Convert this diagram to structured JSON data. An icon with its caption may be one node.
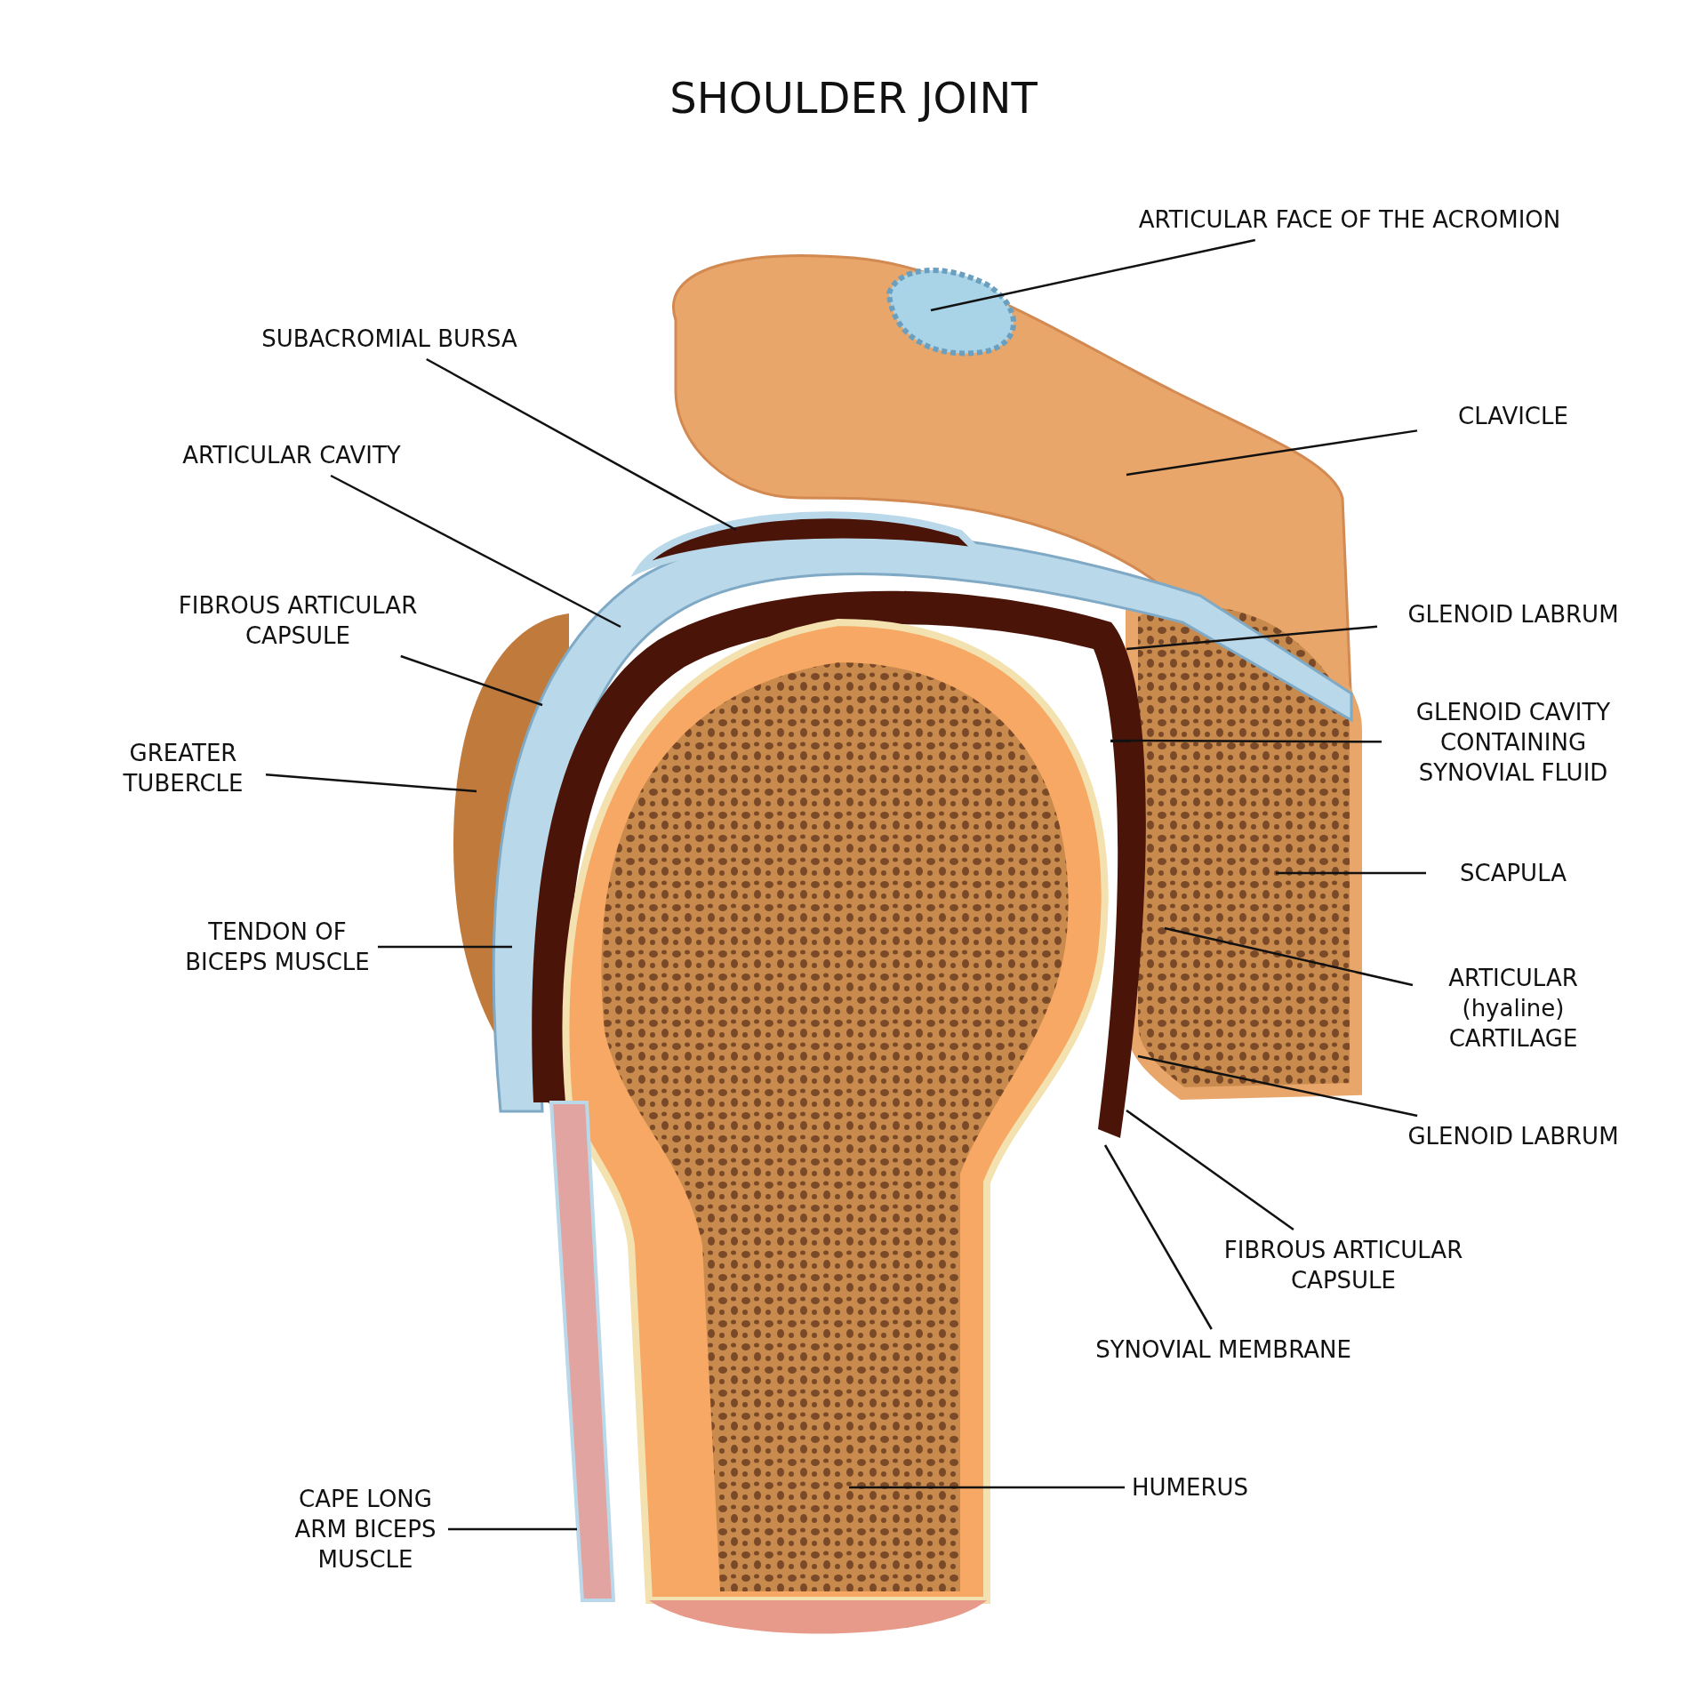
{
  "diagram": {
    "title": "SHOULDER JOINT",
    "nodes": [
      {
        "text": [
          "ARTICULAR FACE OF THE ACROMION"
        ]
      },
      {
        "text": [
          "SUBACROMIAL BURSA"
        ]
      },
      {
        "text": [
          "CLAVICLE"
        ]
      },
      {
        "text": [
          "ARTICULAR CAVITY"
        ]
      },
      {
        "text": [
          "FIBROUS ARTICULAR CAPSULE"
        ]
      },
      {
        "text": [
          "GLENOID LABRUM"
        ]
      },
      {
        "text": [
          "GREATER TUBERCLE"
        ]
      },
      {
        "text": [
          "GLENOID CAVITY CONTAINING SYNOVIAL FLUID"
        ]
      },
      {
        "text": [
          "SCAPULA"
        ]
      },
      {
        "text": [
          "TENDON OF BICEPS MUSCLE"
        ]
      },
      {
        "text": [
          "ARTICULAR (hyaline) CARTILAGE"
        ]
      },
      {
        "text": [
          "GLENOID LABRUM"
        ]
      },
      {
        "text": [
          "FIBROUS ARTICULAR CAPSULE"
        ]
      },
      {
        "text": [
          "SYNOVIAL MEMBRANE"
        ]
      },
      {
        "text": [
          "HUMERUS"
        ]
      },
      {
        "text": [
          "CAPE LONG ARM BICEPS MUSCLE"
        ]
      }
    ],
    "edges": [
      {
        "from": 0,
        "to": null,
        "arrow": "none"
      },
      {
        "from": 1,
        "to": null,
        "arrow": "none"
      },
      {
        "from": 2,
        "to": null,
        "arrow": "none"
      },
      {
        "from": 3,
        "to": null,
        "arrow": "none"
      },
      {
        "from": 4,
        "to": null,
        "arrow": "none"
      },
      {
        "from": 5,
        "to": null,
        "arrow": "none"
      },
      {
        "from": 6,
        "to": null,
        "arrow": "none"
      },
      {
        "from": 7,
        "to": null,
        "arrow": "none"
      },
      {
        "from": 8,
        "to": null,
        "arrow": "none"
      },
      {
        "from": 9,
        "to": null,
        "arrow": "none"
      },
      {
        "from": 10,
        "to": null,
        "arrow": "none"
      },
      {
        "from": 11,
        "to": null,
        "arrow": "none"
      },
      {
        "from": 12,
        "to": null,
        "arrow": "none"
      },
      {
        "from": 13,
        "to": null,
        "arrow": "none"
      },
      {
        "from": 14,
        "to": null,
        "arrow": "none"
      },
      {
        "from": 15,
        "to": null,
        "arrow": "none"
      }
    ]
  }
}
